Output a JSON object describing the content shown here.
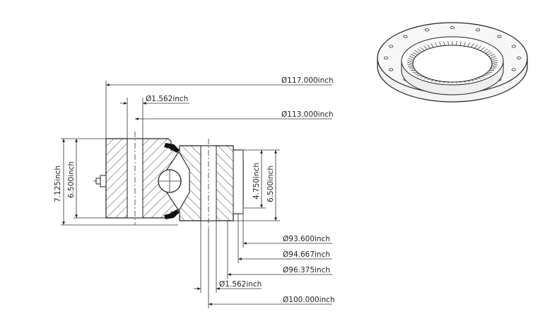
{
  "drawing": {
    "top_dims": {
      "d_outer": "Ø117.000inch",
      "d_hole_top": "Ø1.562inch",
      "d_bolt_outer": "Ø113.000inch"
    },
    "bottom_dims": {
      "d_gear_root": "Ø93.600inch",
      "d_gear_pitch": "Ø94.667inch",
      "d_inner_ring": "Ø96.375inch",
      "d_hole_bottom": "Ø1.562inch",
      "d_bolt_inner": "Ø100.000inch"
    },
    "side_dims": {
      "h_total": "7.125inch",
      "h_outer_ring": "6.500inch",
      "h_inner_a": "4.750inch",
      "h_inner_b": "6.500inch"
    }
  }
}
